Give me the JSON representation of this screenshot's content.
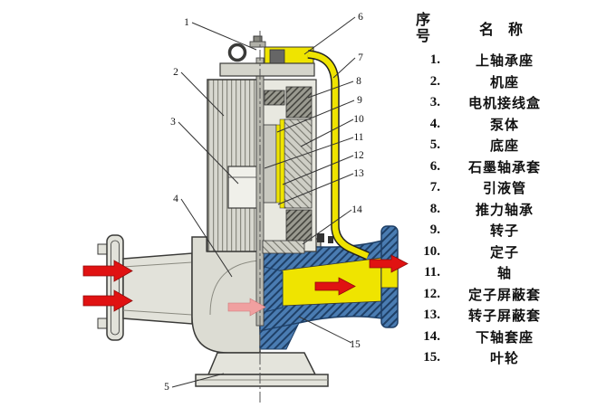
{
  "legend": {
    "header": {
      "no": "序\n号",
      "name": "名 称"
    },
    "items": [
      {
        "no": "1.",
        "name": "上轴承座"
      },
      {
        "no": "2.",
        "name": "机座"
      },
      {
        "no": "3.",
        "name": "电机接线盒"
      },
      {
        "no": "4.",
        "name": "泵体"
      },
      {
        "no": "5.",
        "name": "底座"
      },
      {
        "no": "6.",
        "name": "石墨轴承套"
      },
      {
        "no": "7.",
        "name": "引液管"
      },
      {
        "no": "8.",
        "name": "推力轴承"
      },
      {
        "no": "9.",
        "name": "转子"
      },
      {
        "no": "10.",
        "name": "定子"
      },
      {
        "no": "11.",
        "name": "轴"
      },
      {
        "no": "12.",
        "name": "定子屏蔽套"
      },
      {
        "no": "13.",
        "name": "转子屏蔽套"
      },
      {
        "no": "14.",
        "name": "下轴套座"
      },
      {
        "no": "15.",
        "name": "叶轮"
      }
    ]
  },
  "callouts": [
    {
      "label": "1"
    },
    {
      "label": "2"
    },
    {
      "label": "3"
    },
    {
      "label": "4"
    },
    {
      "label": "5"
    },
    {
      "label": "6"
    },
    {
      "label": "7"
    },
    {
      "label": "8"
    },
    {
      "label": "9"
    },
    {
      "label": "10"
    },
    {
      "label": "11"
    },
    {
      "label": "12"
    },
    {
      "label": "13"
    },
    {
      "label": "14"
    },
    {
      "label": "15"
    }
  ],
  "colors": {
    "fluid_yellow": "#efe400",
    "casing_blue": "#4a7cb2",
    "casing_blue_dark": "#1e3f66",
    "arrow_red": "#e01212",
    "arrow_pink": "#f0a0a0",
    "metal_gray": "#d8d8d0",
    "line": "#3a3a38"
  }
}
